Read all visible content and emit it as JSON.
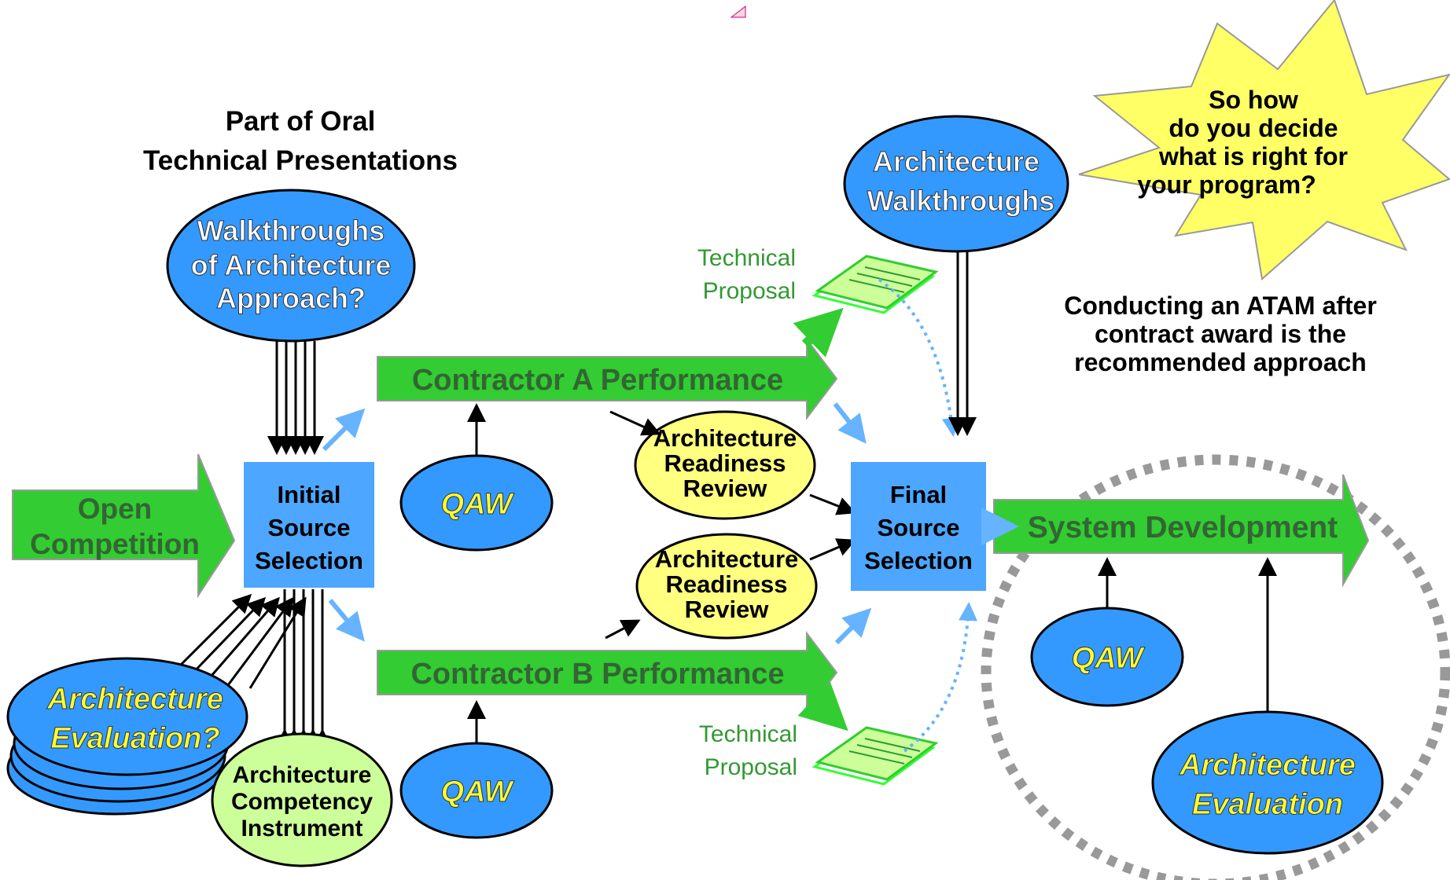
{
  "heading": {
    "line1": "Part of Oral",
    "line2": "Technical Presentations"
  },
  "starburst": {
    "line1": "So how",
    "line2": "do you decide",
    "line3": "what is right for",
    "line4": "your program?"
  },
  "note": {
    "line1": "Conducting an ATAM after",
    "line2": "contract award is the",
    "line3": "recommended approach"
  },
  "open_competition": {
    "line1": "Open",
    "line2": "Competition"
  },
  "initial_selection": {
    "line1": "Initial",
    "line2": "Source",
    "line3": "Selection"
  },
  "final_selection": {
    "line1": "Final",
    "line2": "Source",
    "line3": "Selection"
  },
  "contractor_a": "Contractor A Performance",
  "contractor_b": "Contractor B Performance",
  "system_development": "System Development",
  "walkthroughs_approach": {
    "line1": "Walkthroughs",
    "line2": "of Architecture",
    "line3": "Approach?"
  },
  "architecture_walkthroughs": {
    "line1": "Architecture",
    "line2": "Walkthroughs"
  },
  "qaw_label": "QAW",
  "readiness_review": {
    "line1": "Architecture",
    "line2": "Readiness",
    "line3": "Review"
  },
  "technical_proposal": {
    "line1": "Technical",
    "line2": "Proposal"
  },
  "evaluation_question": {
    "line1": "Architecture",
    "line2": "Evaluation?"
  },
  "competency_instrument": {
    "line1": "Architecture",
    "line2": "Competency",
    "line3": "Instrument"
  },
  "architecture_evaluation": {
    "line1": "Architecture",
    "line2": "Evaluation"
  },
  "colors": {
    "green": "#33cc33",
    "blue_box": "#4da6ff",
    "blue_ellipse": "#3399ff",
    "yellow": "#ffff80",
    "light_green": "#ccff99",
    "starburst": "#ffff66",
    "proposal_green": "#339933",
    "evaluation_text": "#ffff33",
    "arrow_blue": "#66b3ff",
    "dashed_circle": "#999999"
  }
}
